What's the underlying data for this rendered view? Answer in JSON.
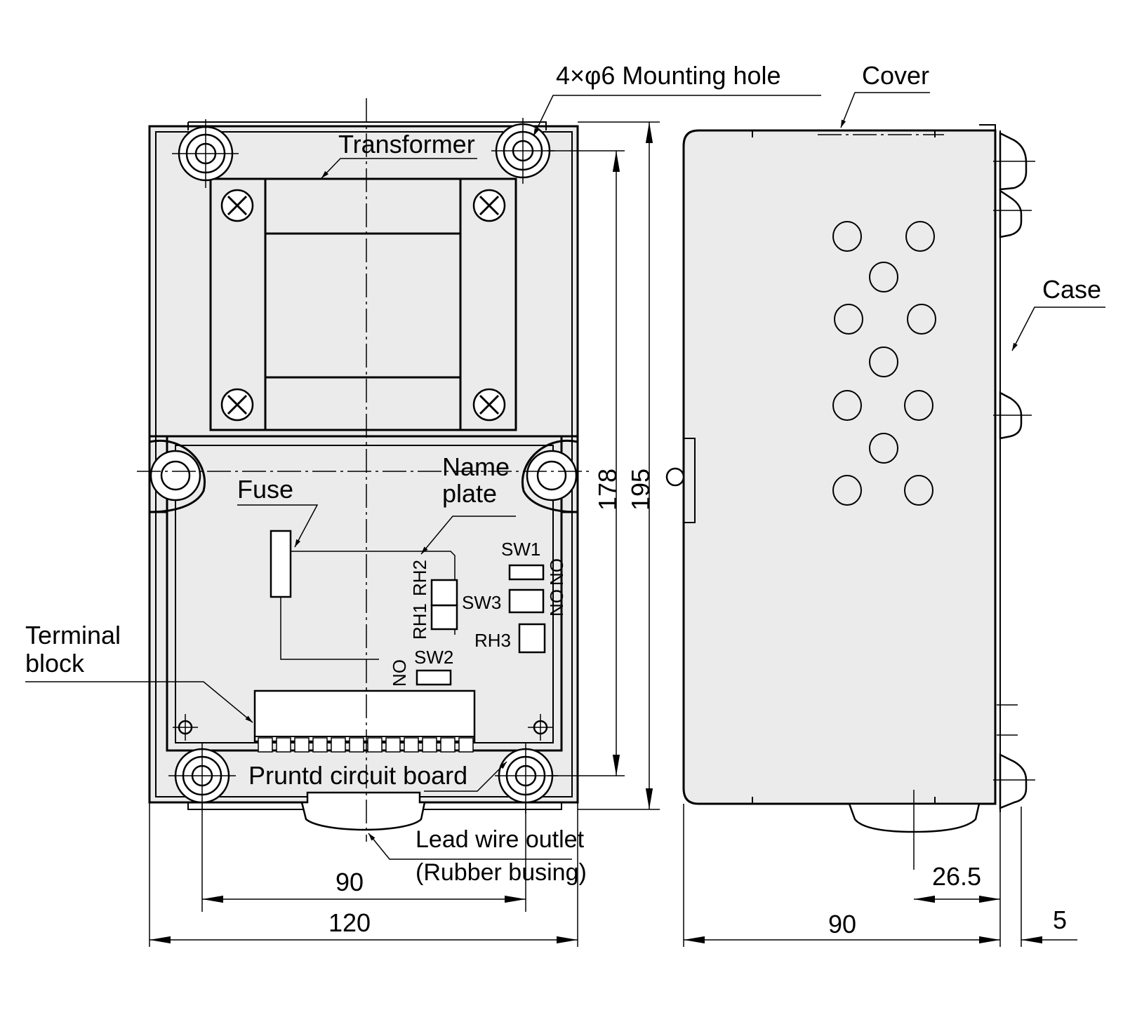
{
  "labels": {
    "mounting_hole": "4×φ6 Mounting hole",
    "cover": "Cover",
    "case": "Case",
    "transformer": "Transformer",
    "name_plate_line1": "Name",
    "name_plate_line2": "plate",
    "fuse": "Fuse",
    "terminal_block_line1": "Terminal",
    "terminal_block_line2": "block",
    "pcb": "Pruntd circuit board",
    "lead_wire_line1": "Lead wire outlet",
    "lead_wire_line2": "(Rubber busing)"
  },
  "components": {
    "sw1": "SW1",
    "sw2": "SW2",
    "sw3": "SW3",
    "rh1": "RH1",
    "rh2": "RH2",
    "rh3": "RH3",
    "on": "ON"
  },
  "dimensions": {
    "hole_pitch_width": "90",
    "overall_width": "120",
    "hole_pitch_height": "178",
    "overall_height": "195",
    "depth": "90",
    "outlet_offset": "26.5",
    "lid_protrusion": "5"
  }
}
